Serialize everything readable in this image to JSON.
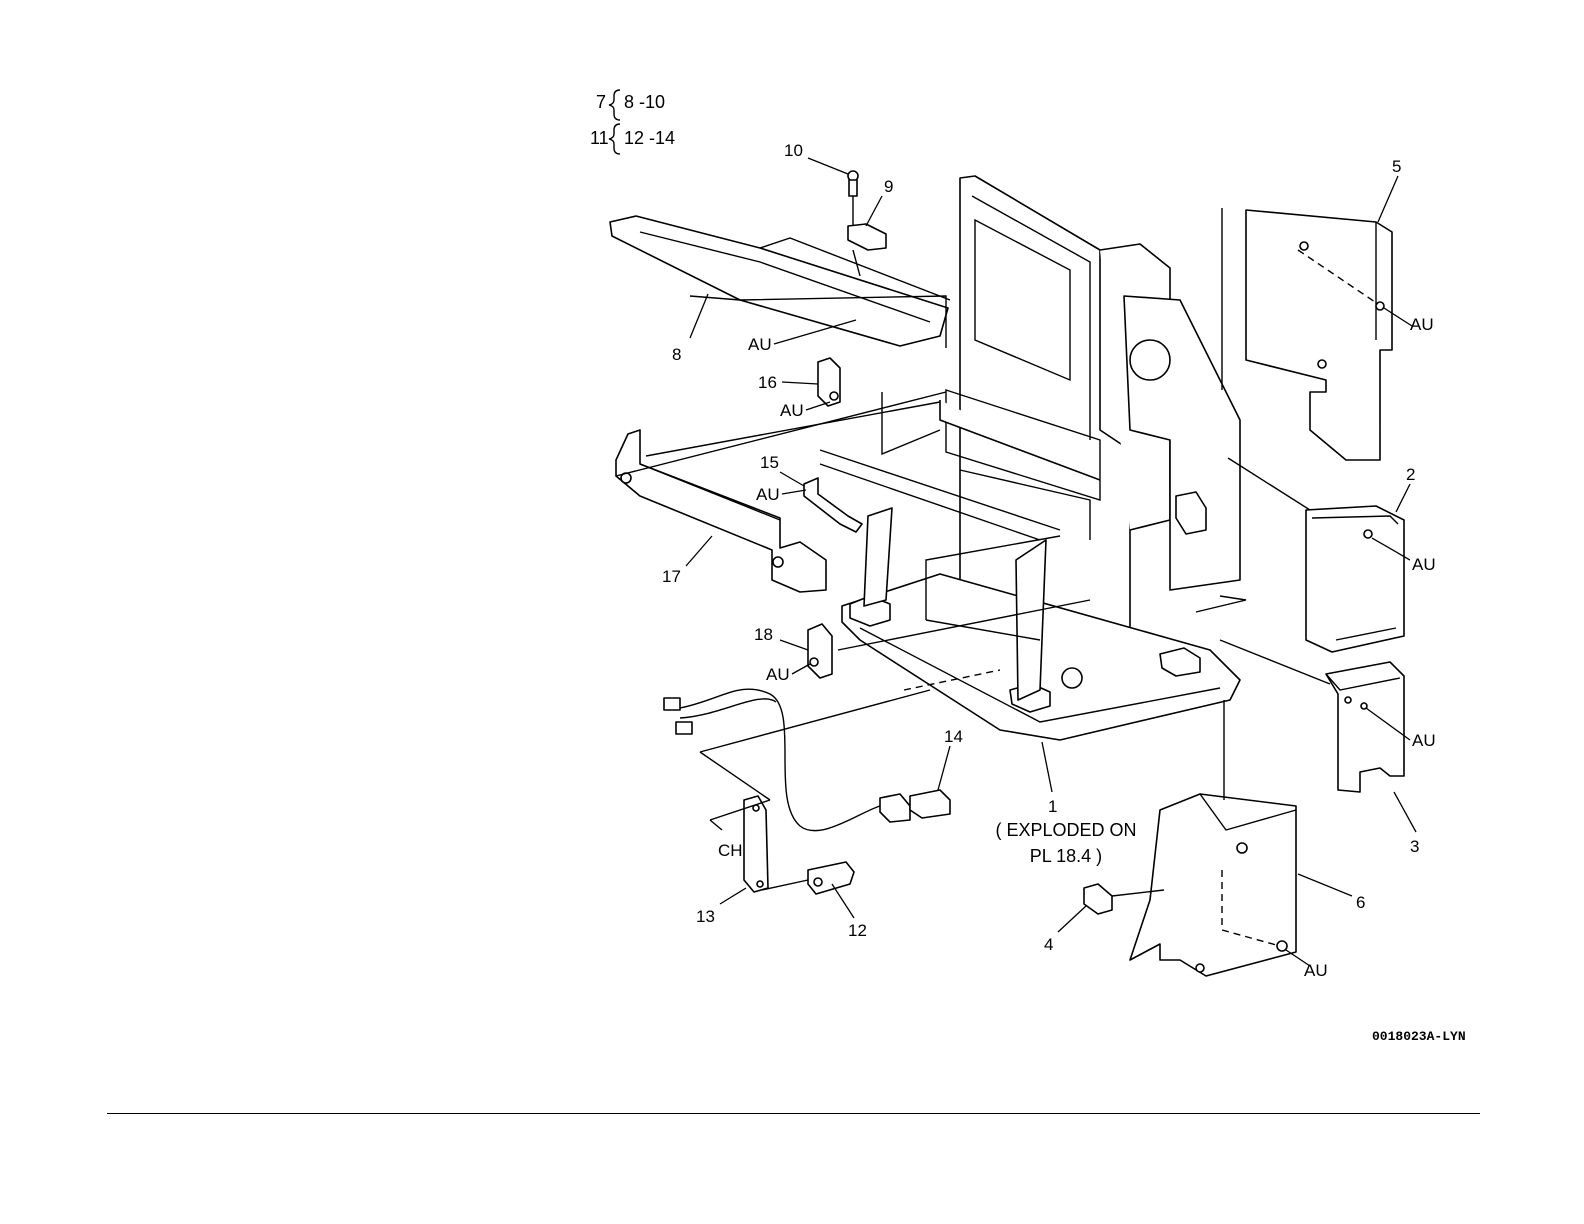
{
  "diagram": {
    "groups": [
      {
        "parent": "7",
        "range": "8 -10"
      },
      {
        "parent": "11",
        "range": "12 -14"
      }
    ],
    "callouts": [
      "1",
      "2",
      "3",
      "4",
      "5",
      "6",
      "8",
      "9",
      "10",
      "12",
      "13",
      "14",
      "15",
      "16",
      "17",
      "18"
    ],
    "au_label": "AU",
    "ch_label": "CH",
    "exploded_note": [
      "( EXPLODED ON",
      "PL 18.4 )"
    ],
    "figure_code": "0018023A-LYN"
  }
}
